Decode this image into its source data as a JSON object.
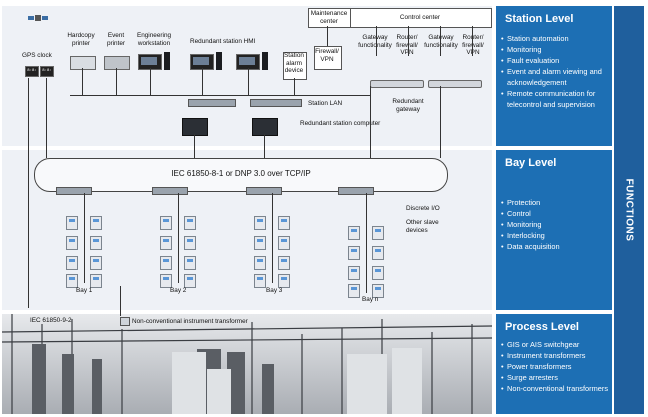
{
  "station_panel": {
    "title": "Station Level",
    "items": [
      "Station automation",
      "Monitoring",
      "Fault evaluation",
      "Event and alarm viewing and acknowledgement",
      "Remote communication for telecontrol and supervision"
    ]
  },
  "bay_panel": {
    "title": "Bay Level",
    "items": [
      "Protection",
      "Control",
      "Monitoring",
      "Interlocking",
      "Data acquisition"
    ]
  },
  "process_panel": {
    "title": "Process Level",
    "items": [
      "GIS or AIS switchgear",
      "Instrument transformers",
      "Power transformers",
      "Surge arresters",
      "Non-conventional transformers"
    ]
  },
  "functions_label": "FUNCTIONS",
  "station": {
    "maintenance_center": "Maintenance center",
    "control_center": "Control center",
    "gps_clock": "GPS clock",
    "hardcopy_printer": "Hardcopy printer",
    "event_printer": "Event printer",
    "engineering_workstation": "Engineering workstation",
    "redundant_hmi": "Redundant station HMI",
    "alarm_device": "Station alarm device",
    "firewall_vpn": "Firewall/ VPN",
    "gateway1": "Gateway functionality",
    "router1": "Router/ firewall/ VPN",
    "gateway2": "Gateway functionality",
    "router2": "Router/ firewall/ VPN",
    "redundant_gateway": "Redundant gateway",
    "station_lan": "Station LAN",
    "redundant_computer": "Redundant station computer"
  },
  "bay": {
    "bus_label": "IEC 61850-8-1 or DNP 3.0 over TCP/IP",
    "bays": [
      "Bay 1",
      "Bay 2",
      "Bay 3",
      "Bay n"
    ],
    "discrete_io": "Discrete I/O",
    "other_slave": "Other slave devices"
  },
  "process": {
    "iec_92": "IEC 61850-9-2",
    "nc_transformer": "Non-conventional instrument transformer"
  }
}
